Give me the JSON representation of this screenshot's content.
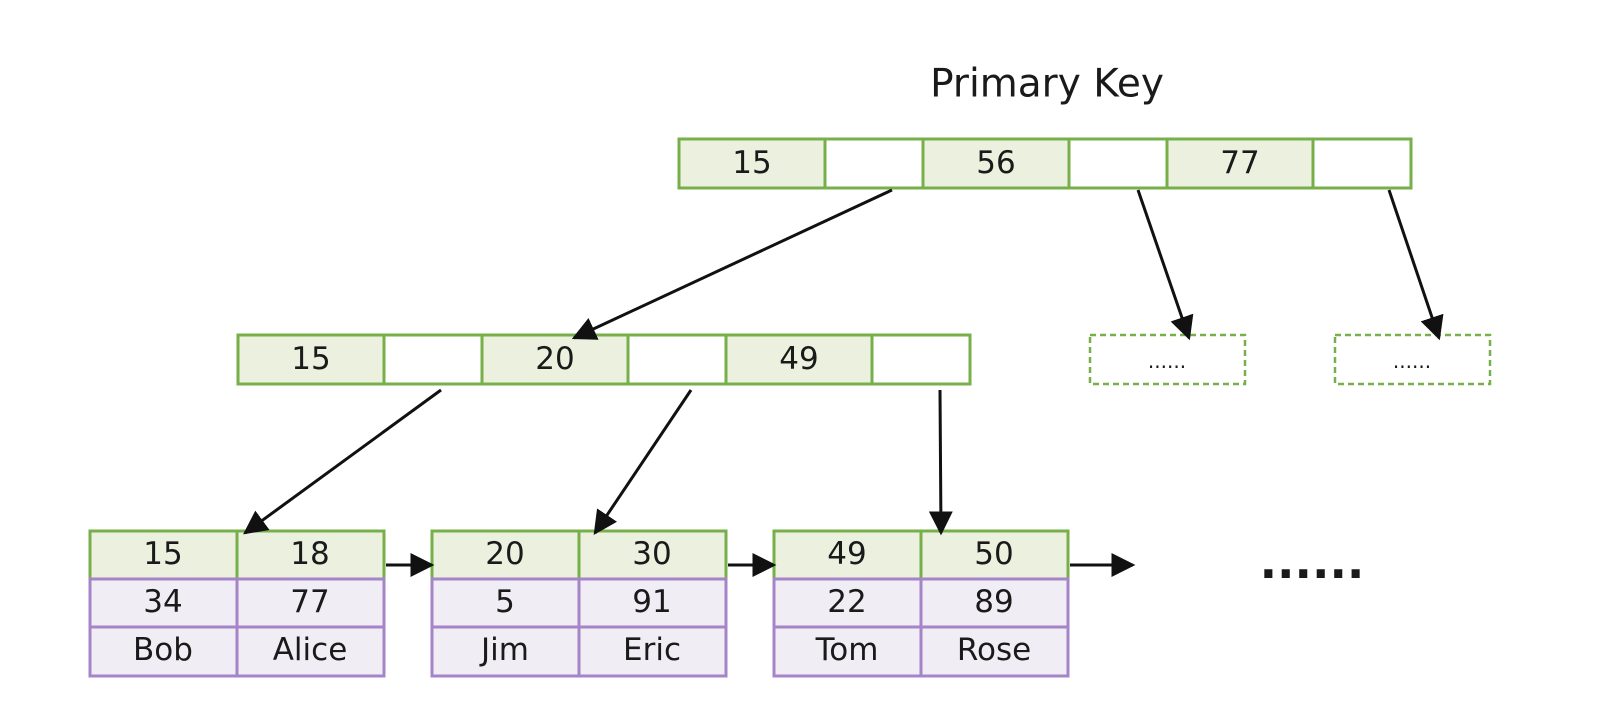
{
  "title": "Primary Key",
  "root": {
    "keys": [
      "15",
      "56",
      "77"
    ]
  },
  "internal": {
    "keys": [
      "15",
      "20",
      "49"
    ]
  },
  "placeholder_nodes": [
    "......",
    "......"
  ],
  "leaves": [
    {
      "keys": [
        "15",
        "18"
      ],
      "rows": [
        [
          "34",
          "77"
        ],
        [
          "Bob",
          "Alice"
        ]
      ]
    },
    {
      "keys": [
        "20",
        "30"
      ],
      "rows": [
        [
          "5",
          "91"
        ],
        [
          "Jim",
          "Eric"
        ]
      ]
    },
    {
      "keys": [
        "49",
        "50"
      ],
      "rows": [
        [
          "22",
          "89"
        ],
        [
          "Tom",
          "Rose"
        ]
      ]
    }
  ],
  "more_leaves": "......",
  "colors": {
    "key_fill": "#ebf1de",
    "node_border": "#77b04a",
    "row_fill": "#f1edf5",
    "row_border": "#a584c7",
    "arrow": "#111111"
  }
}
